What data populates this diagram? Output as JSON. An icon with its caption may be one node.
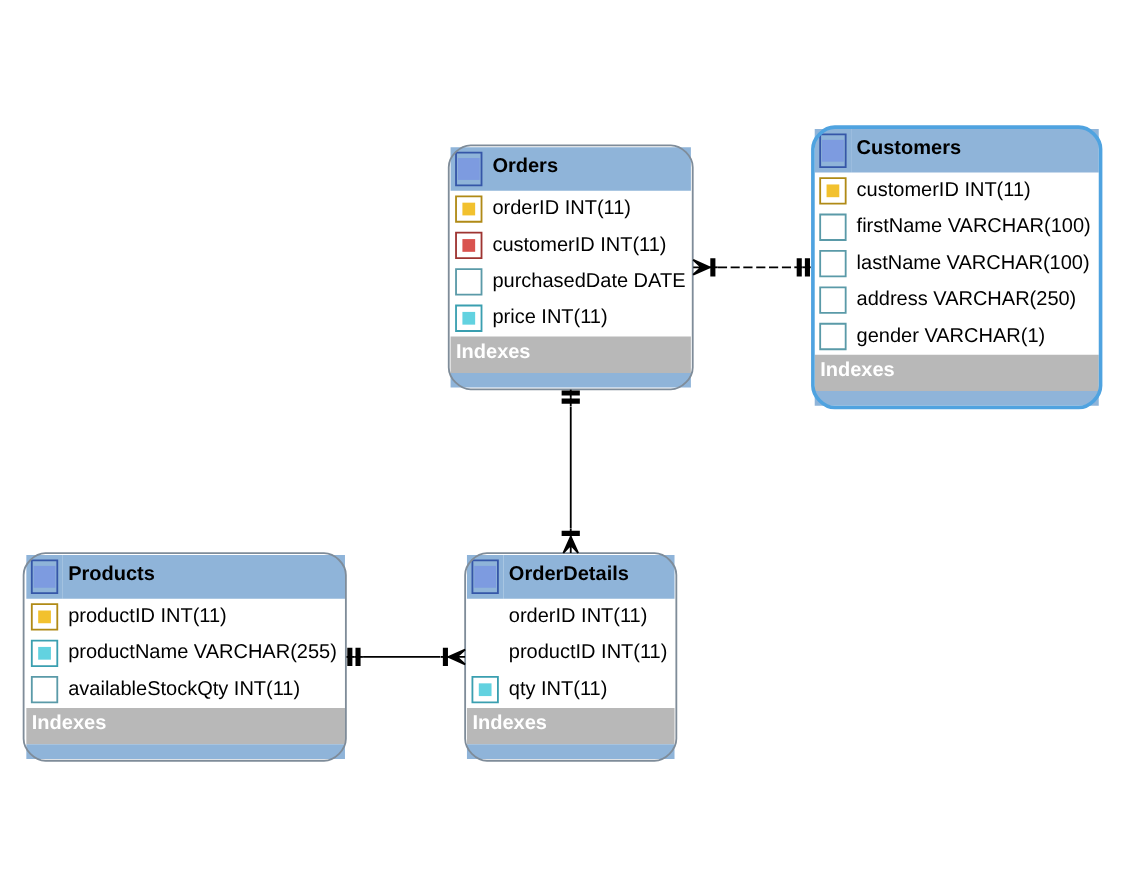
{
  "diagram": {
    "nodes": [
      {
        "text": [
          "Orders",
          "orderID INT(11)",
          "customerID INT(11)",
          "purchasedDate DATE",
          "price INT(11)",
          "Indexes"
        ]
      },
      {
        "text": [
          "Customers",
          "customerID INT(11)",
          "firstName VARCHAR(100)",
          "lastName VARCHAR(100)",
          "address VARCHAR(250)",
          "gender VARCHAR(1)",
          "Indexes"
        ]
      },
      {
        "text": [
          "Products",
          "productID INT(11)",
          "productName VARCHAR(255)",
          "availableStockQty INT(11)",
          "Indexes"
        ]
      },
      {
        "text": [
          "OrderDetails",
          "orderID INT(11)",
          "productID INT(11)",
          "qty INT(11)",
          "Indexes"
        ]
      }
    ],
    "edges": [
      {
        "from": 0,
        "to": 1,
        "arrow": "other",
        "style": "dashed"
      },
      {
        "from": 0,
        "to": 3,
        "arrow": "other"
      },
      {
        "from": 2,
        "to": 3,
        "arrow": "other"
      }
    ]
  }
}
